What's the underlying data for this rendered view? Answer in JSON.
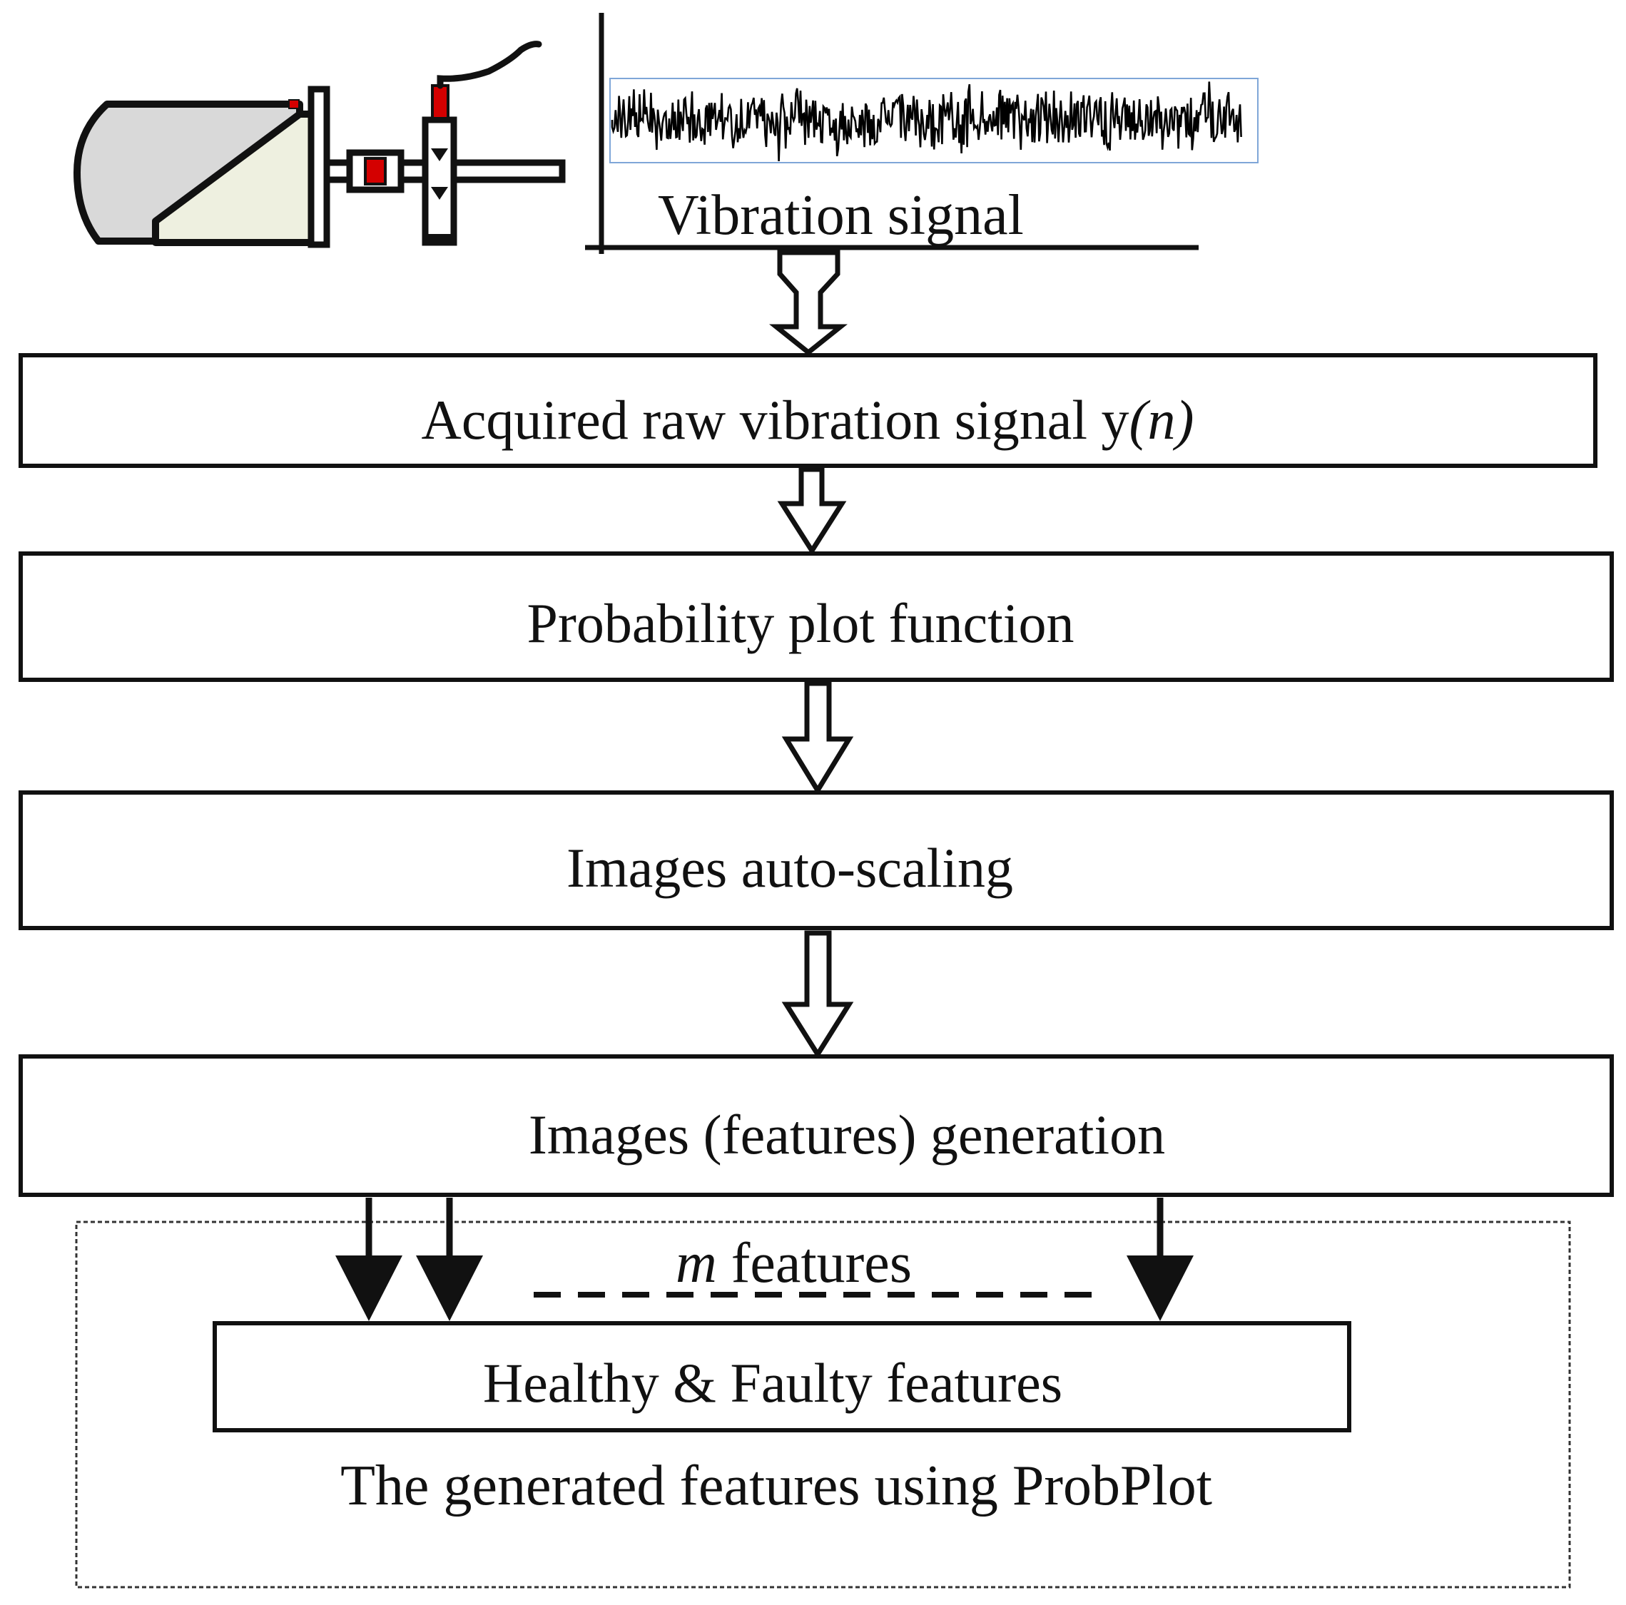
{
  "colors": {
    "stroke": "#111111",
    "accent_red": "#d40000",
    "motor_body": "#d9d9d9",
    "motor_face": "#eef0e0",
    "signal_border": "#7fa6d8"
  },
  "header": {
    "signal_label": "Vibration signal"
  },
  "steps": [
    {
      "label_main": "Acquired raw vibration signal y",
      "label_italic": "(n)"
    },
    {
      "label_main": "Probability plot function"
    },
    {
      "label_main": "Images auto-scaling"
    },
    {
      "label_main": "Images (features) generation"
    }
  ],
  "features_group": {
    "m_label_italic": "m",
    "m_label_rest": " features",
    "output_box_label": "Healthy & Faulty features",
    "caption": "The generated features using ProbPlot"
  },
  "icons": {
    "machine": "motor-with-sensor-icon",
    "waveform": "vibration-waveform-icon"
  }
}
